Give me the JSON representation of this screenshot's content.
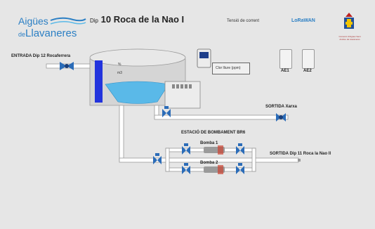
{
  "header": {
    "brand_line1": "Aigües",
    "brand_line2_prefix": "de",
    "brand_line2": "Llavaneres",
    "title_prefix": "Dip",
    "title": "10 Roca de la Nao I",
    "tensio_label": "Tensió de corrent",
    "lora_part1": "LoRa",
    "lora_part2": "WAN",
    "crest_caption": "Consorci d'Aigües Sant Andreu de Llavaneres"
  },
  "labels": {
    "entrada": "ENTRADA Dip 12 Rocaferrera",
    "sortida_xarxa": "SORTIDA Xarxa",
    "estacio": "ESTACIÓ DE BOMBAMENT BR6",
    "bomba1": "Bomba 1",
    "bomba2": "Bomba 2",
    "sortida_dip": "SORTIDA Dip 11 Roca la Nao II",
    "tank_percent": "%",
    "tank_level": "m3",
    "control_box": "Clor lliure (ppm)",
    "ae1": "AE1",
    "ae2": "AE2"
  },
  "colors": {
    "background": "#e6e6e6",
    "pipe": "#ffffff",
    "pipe_outline": "#9a9a9a",
    "valve": "#2b6cb8",
    "tank_body": "#d7d7d7",
    "water": "#5ab9e8",
    "brand": "#2b7fc4",
    "level_bar": "#2233dd"
  }
}
